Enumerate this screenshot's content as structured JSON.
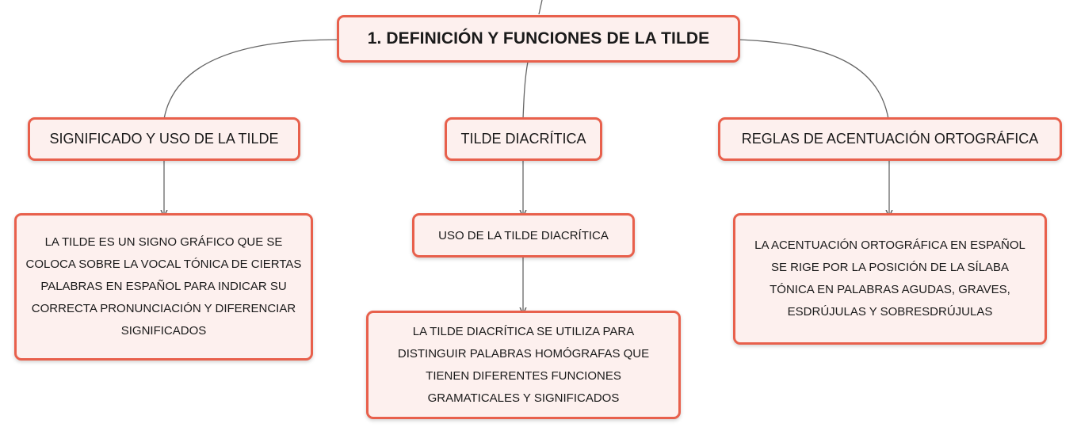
{
  "diagram": {
    "root": {
      "label": "1. DEFINICIÓN Y FUNCIONES DE LA TILDE"
    },
    "branches": [
      {
        "title": "SIGNIFICADO Y USO DE LA TILDE",
        "body": "LA TILDE ES UN SIGNO GRÁFICO QUE SE COLOCA SOBRE LA VOCAL TÓNICA DE CIERTAS PALABRAS EN ESPAÑOL PARA INDICAR SU CORRECTA PRONUNCIACIÓN Y DIFERENCIAR SIGNIFICADOS"
      },
      {
        "title": "TILDE DIACRÍTICA",
        "subtitle": "USO DE LA TILDE DIACRÍTICA",
        "body": "LA TILDE DIACRÍTICA SE UTILIZA PARA DISTINGUIR PALABRAS HOMÓGRAFAS QUE TIENEN DIFERENTES FUNCIONES GRAMATICALES Y SIGNIFICADOS"
      },
      {
        "title": "REGLAS DE ACENTUACIÓN ORTOGRÁFICA",
        "body": "LA ACENTUACIÓN ORTOGRÁFICA EN ESPAÑOL SE RIGE POR LA POSICIÓN DE LA SÍLABA TÓNICA EN PALABRAS AGUDAS, GRAVES, ESDRÚJULAS Y SOBRESDRÚJULAS"
      }
    ],
    "colors": {
      "node_border": "#e8604c",
      "node_fill": "#fdf0ee",
      "connector": "#666666"
    }
  }
}
